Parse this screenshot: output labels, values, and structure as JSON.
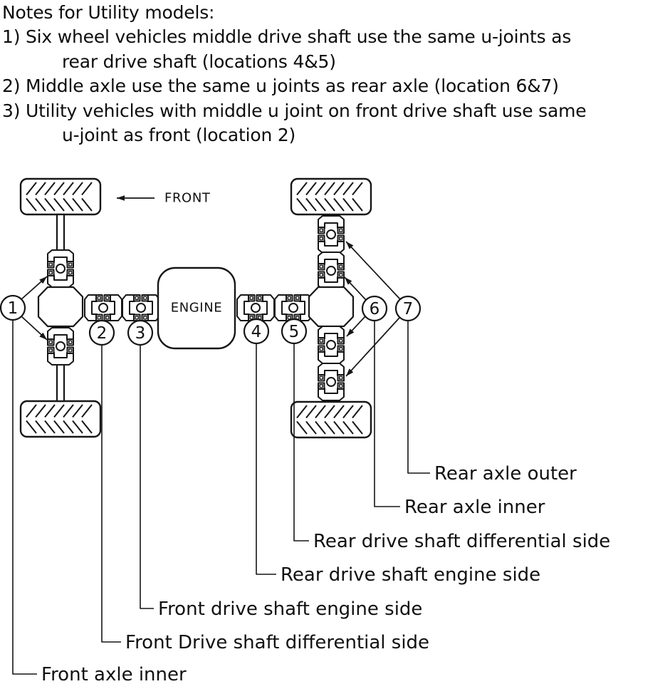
{
  "notes": {
    "title": "Notes for Utility models:",
    "lines": [
      {
        "text": "1) Six wheel vehicles middle drive shaft use the same u-joints as",
        "indent": false
      },
      {
        "text": "rear drive shaft (locations 4&5)",
        "indent": true
      },
      {
        "text": "2) Middle axle use the same u joints as rear axle (location 6&7)",
        "indent": false
      },
      {
        "text": "3) Utility vehicles with middle u joint on front drive shaft use same",
        "indent": false
      },
      {
        "text": "u-joint as front (location 2)",
        "indent": true
      }
    ]
  },
  "diagram": {
    "front_label": "FRONT",
    "engine_label": "ENGINE",
    "callouts": [
      {
        "number": "1",
        "label": "Front axle inner"
      },
      {
        "number": "2",
        "label": "Front Drive shaft differential side"
      },
      {
        "number": "3",
        "label": "Front drive shaft engine side"
      },
      {
        "number": "4",
        "label": "Rear drive shaft engine side"
      },
      {
        "number": "5",
        "label": "Rear drive shaft differential side"
      },
      {
        "number": "6",
        "label": "Rear axle inner"
      },
      {
        "number": "7",
        "label": "Rear axle outer"
      }
    ],
    "colors": {
      "line": "#161616",
      "background": "#ffffff"
    }
  }
}
